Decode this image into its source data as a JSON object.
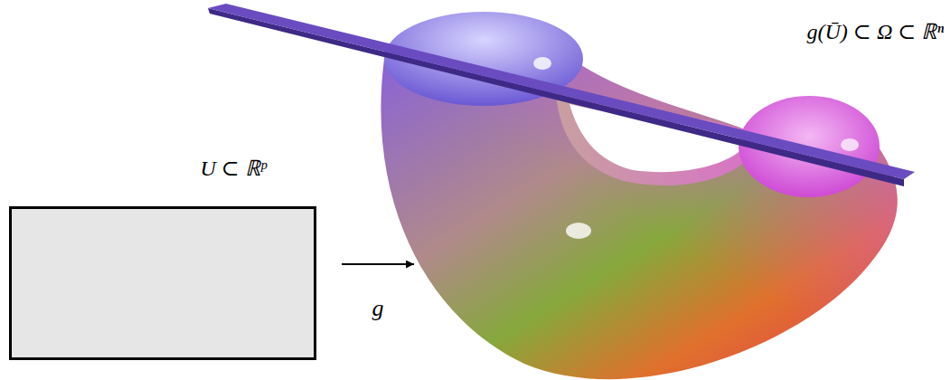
{
  "diagram": {
    "nodes": [
      {
        "text": [
          "U ⊂ ℝᵖ"
        ]
      },
      {
        "text": [
          "g(Ū) ⊂ Ω ⊂ ℝⁿ"
        ]
      }
    ],
    "edges": [
      {
        "from": 0,
        "to": 1,
        "label": "g",
        "arrow": "to"
      }
    ]
  }
}
